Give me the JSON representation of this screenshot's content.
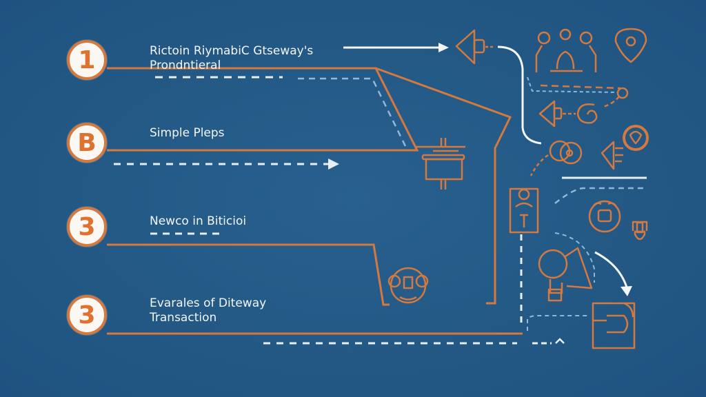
{
  "colors": {
    "background": "#245a86",
    "accent_orange": "#d4793f",
    "badge_fill": "#fbf7f2",
    "text": "#f4f6f8",
    "dash_white": "#e8eef4",
    "dash_light_blue": "#8fb8dc"
  },
  "steps": [
    {
      "badge": "1",
      "lines": [
        "Rictoin RiymabiC Gtseway's",
        "Prondntieral"
      ]
    },
    {
      "badge": "B",
      "lines": [
        "Simple Pleps"
      ]
    },
    {
      "badge": "3",
      "lines": [
        "Newco in Biticioi"
      ]
    },
    {
      "badge": "3",
      "lines": [
        "Evarales of Diteway",
        "Transaction"
      ]
    }
  ],
  "icons": [
    "megaphone-icon",
    "people-group-icon",
    "lightbulb-shield-icon",
    "megaphone-spiral-icon",
    "coin-icon",
    "tree-badge-icon",
    "megaphone-small-icon",
    "robot-face-icon",
    "document-person-icon",
    "bot-face-icon",
    "lock-icon",
    "person-triangle-icon",
    "machine-box-icon",
    "circuit-box-icon",
    "ornament-face-icon"
  ]
}
